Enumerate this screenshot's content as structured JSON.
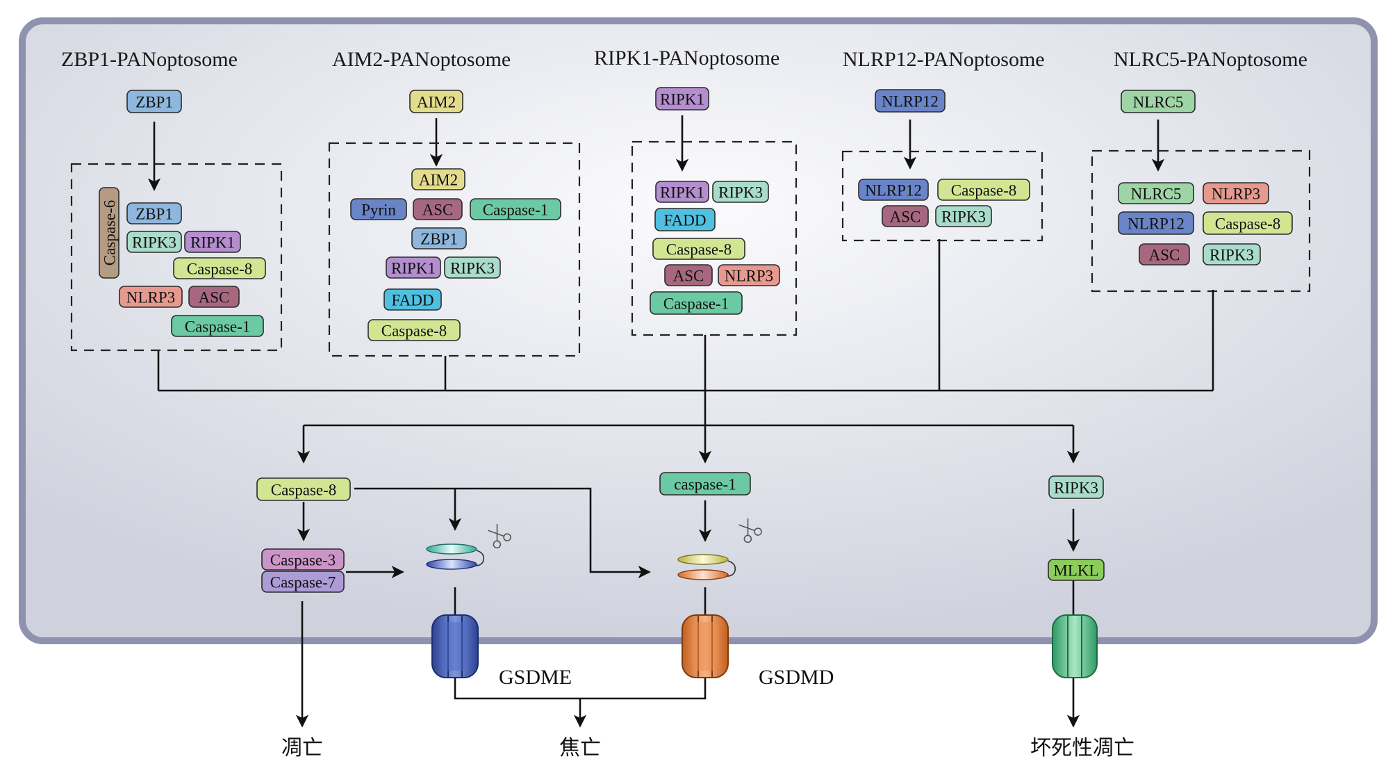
{
  "colors": {
    "blue": "#8fb6dc",
    "yellow": "#e3dc8d",
    "purple_blue": "#9a86c2",
    "navy": "#6a84c8",
    "green": "#9fd4a6",
    "brown": "#b49c82",
    "mint": "#a9dccb",
    "lilac": "#b48ecf",
    "lime": "#d2e593",
    "salmon": "#e6998e",
    "plum": "#a7687f",
    "teal": "#6bc9a3",
    "cyan": "#4fc0e0",
    "pink": "#cc95c8",
    "lavender": "#ad9bd6",
    "mlkl_green": "#8ccc5c",
    "cell_fill": "#dfe2ea",
    "cell_border": "#8e92ae"
  },
  "complexes": [
    {
      "title": "ZBP1-PANoptosome",
      "sensor": {
        "label": "ZBP1",
        "color": "blue"
      },
      "members": [
        {
          "label": "Caspase-6",
          "color": "brown",
          "vertical": true
        },
        {
          "label": "ZBP1",
          "color": "blue"
        },
        {
          "label": "RIPK3",
          "color": "mint"
        },
        {
          "label": "RIPK1",
          "color": "lilac"
        },
        {
          "label": "Caspase-8",
          "color": "lime"
        },
        {
          "label": "NLRP3",
          "color": "salmon"
        },
        {
          "label": "ASC",
          "color": "plum"
        },
        {
          "label": "Caspase-1",
          "color": "teal"
        }
      ]
    },
    {
      "title": "AIM2-PANoptosome",
      "sensor": {
        "label": "AIM2",
        "color": "yellow"
      },
      "members": [
        {
          "label": "AIM2",
          "color": "yellow"
        },
        {
          "label": "Pyrin",
          "color": "navy"
        },
        {
          "label": "ASC",
          "color": "plum"
        },
        {
          "label": "Caspase-1",
          "color": "teal"
        },
        {
          "label": "ZBP1",
          "color": "blue"
        },
        {
          "label": "RIPK1",
          "color": "lilac"
        },
        {
          "label": "RIPK3",
          "color": "mint"
        },
        {
          "label": "FADD",
          "color": "cyan"
        },
        {
          "label": "Caspase-8",
          "color": "lime"
        }
      ]
    },
    {
      "title": "RIPK1-PANoptosome",
      "sensor": {
        "label": "RIPK1",
        "color": "lilac"
      },
      "members": [
        {
          "label": "RIPK1",
          "color": "lilac"
        },
        {
          "label": "RIPK3",
          "color": "mint"
        },
        {
          "label": "FADD",
          "color": "cyan"
        },
        {
          "label": "Caspase-8",
          "color": "lime"
        },
        {
          "label": "ASC",
          "color": "plum"
        },
        {
          "label": "NLRP3",
          "color": "salmon"
        },
        {
          "label": "Caspase-1",
          "color": "teal"
        }
      ]
    },
    {
      "title": "NLRP12-PANoptosome",
      "sensor": {
        "label": "NLRP12",
        "color": "navy"
      },
      "members": [
        {
          "label": "NLRP12",
          "color": "navy"
        },
        {
          "label": "Caspase-8",
          "color": "lime"
        },
        {
          "label": "ASC",
          "color": "plum"
        },
        {
          "label": "RIPK3",
          "color": "mint"
        }
      ]
    },
    {
      "title": "NLRC5-PANoptosome",
      "sensor": {
        "label": "NLRC5",
        "color": "green"
      },
      "members": [
        {
          "label": "NLRC5",
          "color": "green"
        },
        {
          "label": "NLRP3",
          "color": "salmon"
        },
        {
          "label": "NLRP12",
          "color": "navy"
        },
        {
          "label": "Caspase-8",
          "color": "lime"
        },
        {
          "label": "ASC",
          "color": "plum"
        },
        {
          "label": "RIPK3",
          "color": "mint"
        }
      ]
    }
  ],
  "effectors": {
    "caspase8": {
      "label": "Caspase-8",
      "color": "lime"
    },
    "caspase3": {
      "label": "Caspase-3",
      "color": "pink"
    },
    "caspase7": {
      "label": "Caspase-7",
      "color": "lavender"
    },
    "caspase1": {
      "label": "caspase-1",
      "color": "teal"
    },
    "ripk3": {
      "label": "RIPK3",
      "color": "mint"
    },
    "mlkl": {
      "label": "MLKL",
      "color": "mlkl_green"
    }
  },
  "pores": {
    "gsdme": {
      "label": "GSDME",
      "color": "#3d5db5",
      "light": "#8fa6e0"
    },
    "gsdmd": {
      "label": "GSDMD",
      "color": "#e8813a",
      "light": "#f6b98c"
    },
    "mlkl": {
      "label": "",
      "color": "#5cc08a",
      "light": "#a6e3c3"
    }
  },
  "outcomes": {
    "apoptosis": "凋亡",
    "pyroptosis": "焦亡",
    "necroptosis": "坏死性凋亡"
  },
  "icons": {
    "scissors": "scissors-icon",
    "arrow": "arrow-head-icon"
  }
}
